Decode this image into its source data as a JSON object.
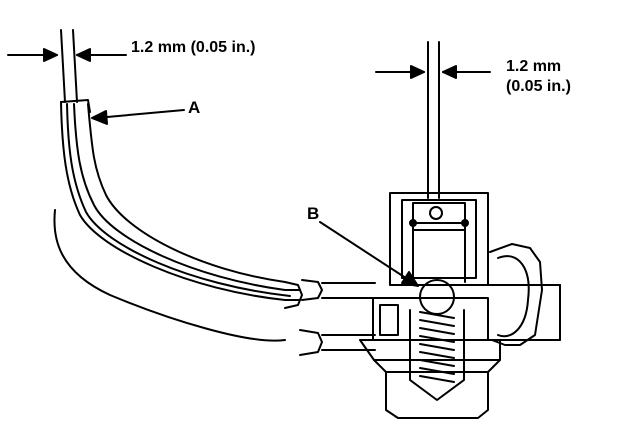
{
  "annotations": {
    "left_clearance": "1.2 mm (0.05 in.)",
    "right_clearance_line1": "1.2 mm",
    "right_clearance_line2": "(0.05 in.)",
    "callout_a": "A",
    "callout_b": "B"
  },
  "colors": {
    "ink": "#000000",
    "paper": "#ffffff"
  }
}
